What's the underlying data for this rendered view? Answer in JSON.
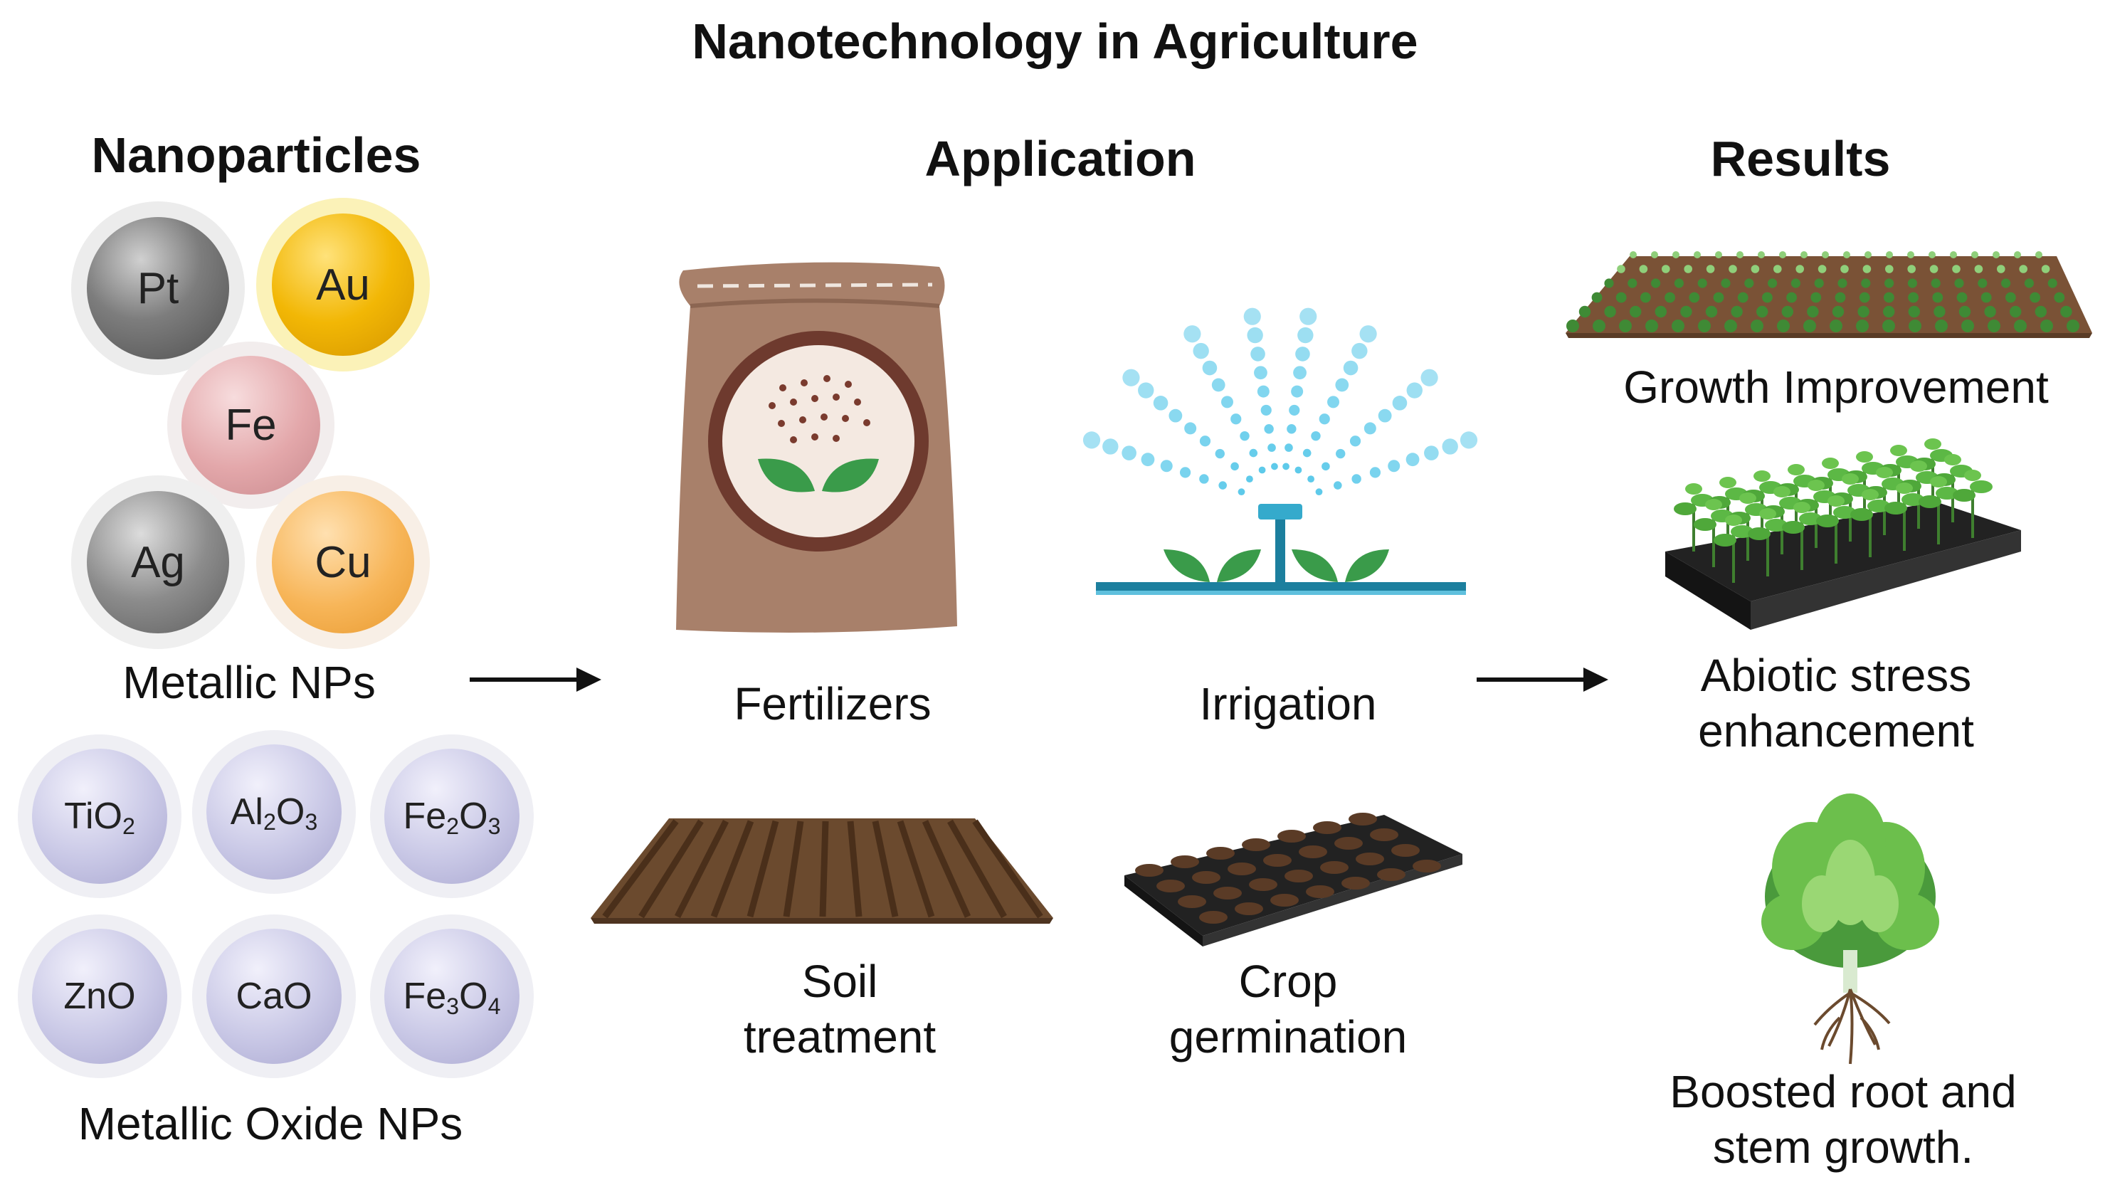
{
  "title": "Nanotechnology in Agriculture",
  "columns": {
    "nanoparticles": "Nanoparticles",
    "application": "Application",
    "results": "Results"
  },
  "metallic": {
    "label": "Metallic NPs",
    "items": [
      {
        "symbol": "Pt",
        "color": "#7d7d7d"
      },
      {
        "symbol": "Au",
        "color": "#f2b705"
      },
      {
        "symbol": "Fe",
        "color": "#e3a7aa"
      },
      {
        "symbol": "Ag",
        "color": "#8c8c8c"
      },
      {
        "symbol": "Cu",
        "color": "#f7b558"
      }
    ]
  },
  "oxide": {
    "label": "Metallic Oxide NPs",
    "items": [
      {
        "base": "TiO",
        "sub": "2"
      },
      {
        "base": "Al",
        "sub": "2",
        "base2": "O",
        "sub2": "3"
      },
      {
        "base": "Fe",
        "sub": "2",
        "base2": "O",
        "sub2": "3"
      },
      {
        "base": "ZnO"
      },
      {
        "base": "CaO"
      },
      {
        "base": "Fe",
        "sub": "3",
        "base2": "O",
        "sub2": "4"
      }
    ],
    "color": "#c9c8e6"
  },
  "applications": {
    "fertilizers": "Fertilizers",
    "irrigation": "Irrigation",
    "soil_line1": "Soil",
    "soil_line2": "treatment",
    "crop_line1": "Crop",
    "crop_line2": "germination"
  },
  "results": {
    "growth": "Growth Improvement",
    "abiotic_line1": "Abiotic stress",
    "abiotic_line2": "enhancement",
    "root_line1": "Boosted root and",
    "root_line2": "stem growth."
  },
  "colors": {
    "bag": "#a8806a",
    "soil": "#6b4a2e",
    "leaf": "#3a9b4a",
    "water": "#4cc4e8",
    "tray": "#2a2a2a"
  }
}
